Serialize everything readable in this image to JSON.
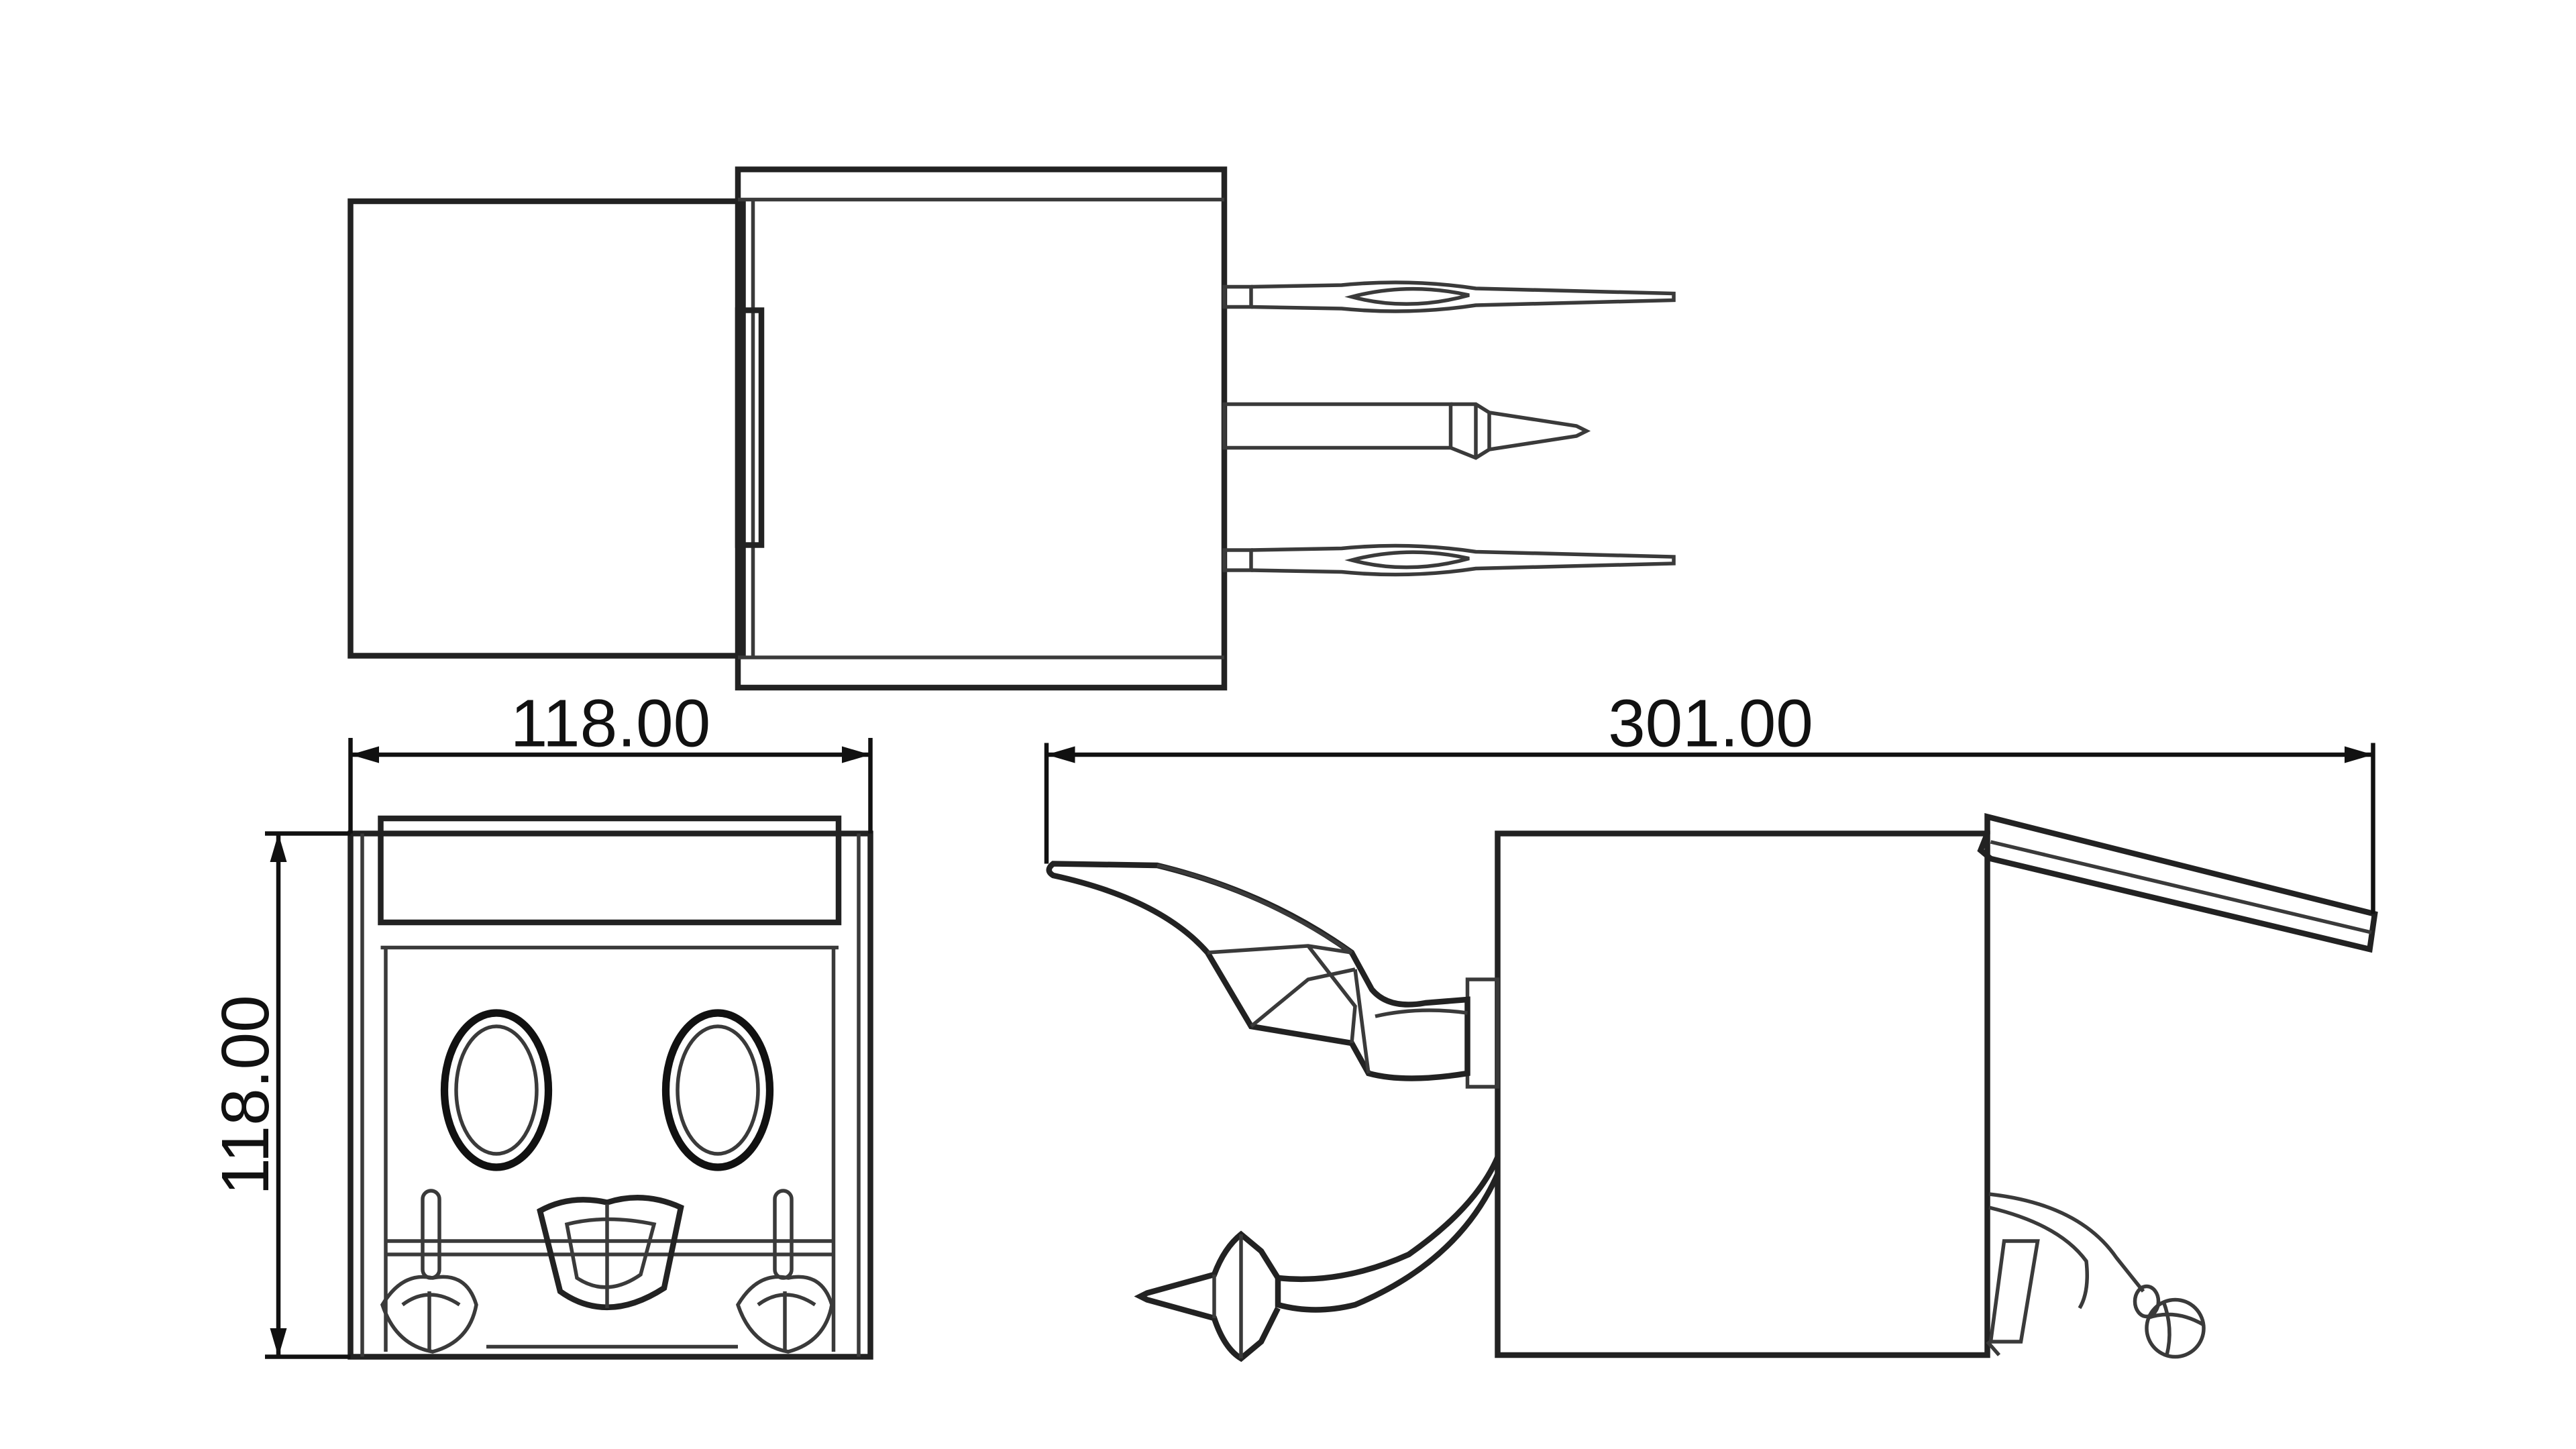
{
  "dimensions": {
    "front_width": "118.00",
    "front_height": "118.00",
    "side_length": "301.00"
  }
}
